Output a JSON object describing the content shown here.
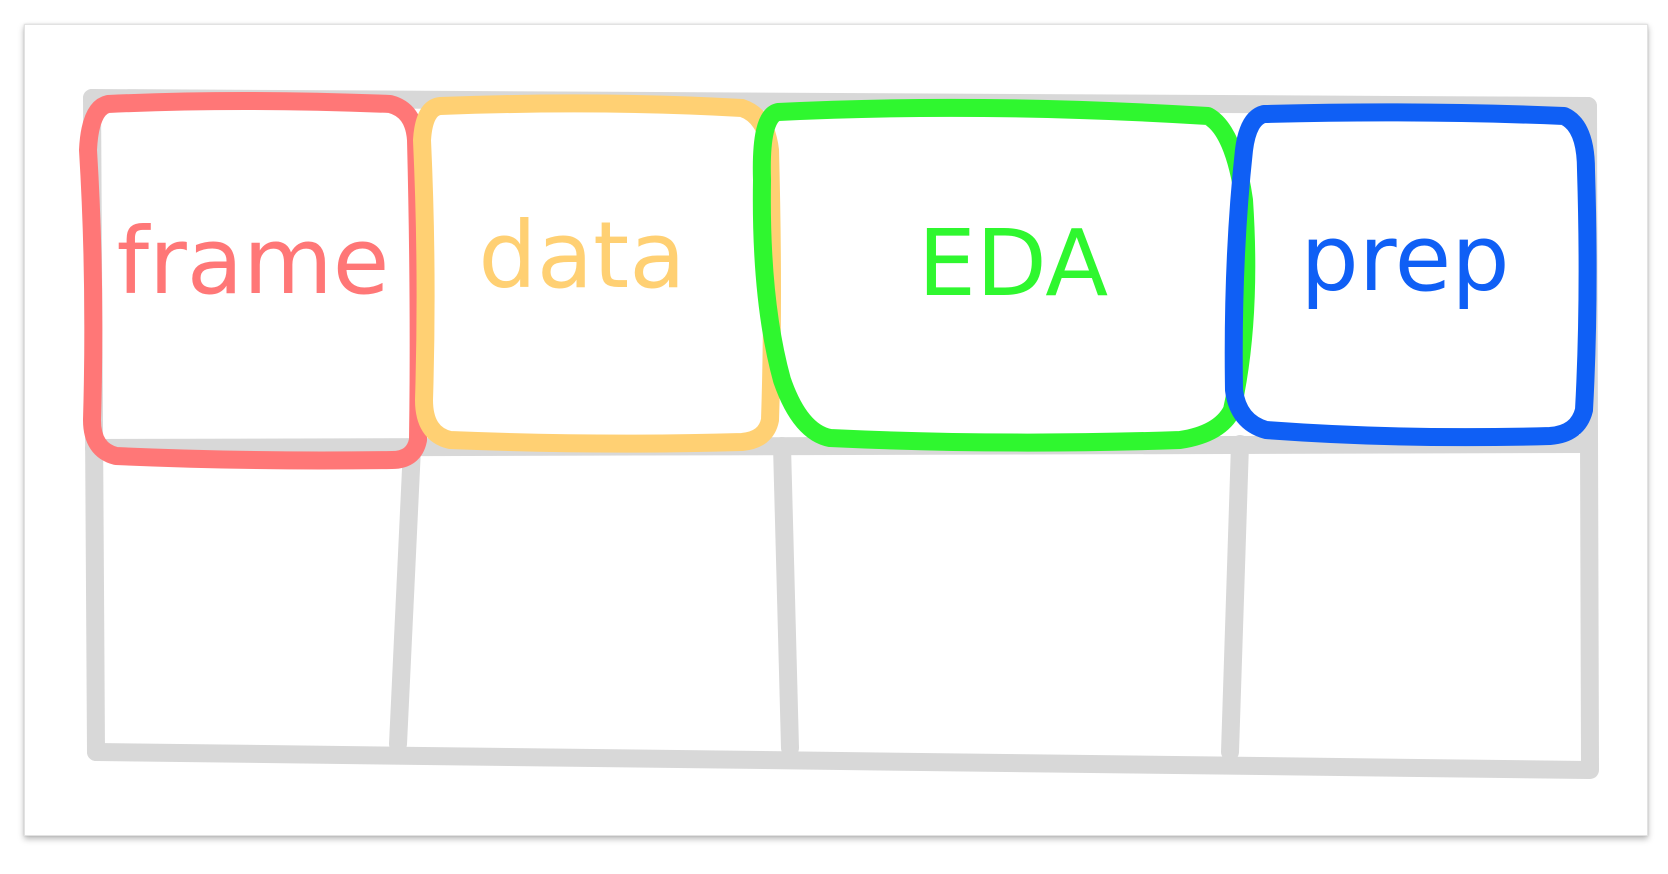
{
  "colors": {
    "grid": "#d8d8d8",
    "frame": "#ff7777",
    "data": "#ffd073",
    "eda": "#2ff72f",
    "prep": "#0f5ff5"
  },
  "boxes": [
    {
      "id": "frame",
      "label": "frame"
    },
    {
      "id": "data",
      "label": "data"
    },
    {
      "id": "eda",
      "label": "EDA"
    },
    {
      "id": "prep",
      "label": "prep"
    }
  ]
}
